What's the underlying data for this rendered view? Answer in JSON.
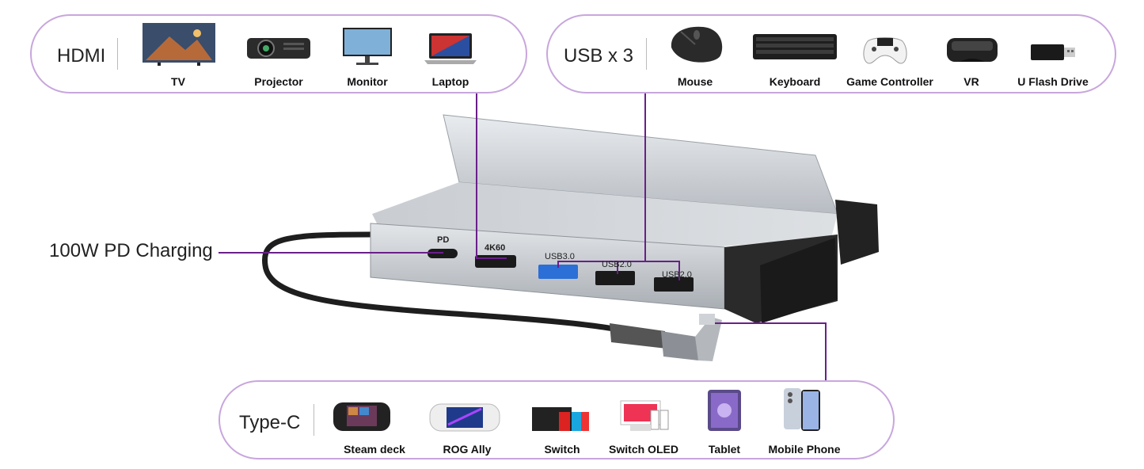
{
  "groups": {
    "hdmi": {
      "title": "HDMI",
      "devices": [
        {
          "label": "TV",
          "icon": "tv-icon"
        },
        {
          "label": "Projector",
          "icon": "projector-icon"
        },
        {
          "label": "Monitor",
          "icon": "monitor-icon"
        },
        {
          "label": "Laptop",
          "icon": "laptop-icon"
        }
      ]
    },
    "usb": {
      "title": "USB x 3",
      "devices": [
        {
          "label": "Mouse",
          "icon": "mouse-icon"
        },
        {
          "label": "Keyboard",
          "icon": "keyboard-icon"
        },
        {
          "label": "Game Controller",
          "icon": "game-controller-icon"
        },
        {
          "label": "VR",
          "icon": "vr-headset-icon"
        },
        {
          "label": "U Flash Drive",
          "icon": "flash-drive-icon"
        }
      ]
    },
    "typec": {
      "title": "Type-C",
      "devices": [
        {
          "label": "Steam deck",
          "icon": "steam-deck-icon"
        },
        {
          "label": "ROG Ally",
          "icon": "rog-ally-icon"
        },
        {
          "label": "Switch",
          "icon": "switch-icon"
        },
        {
          "label": "Switch OLED",
          "icon": "switch-oled-icon"
        },
        {
          "label": "Tablet",
          "icon": "tablet-icon"
        },
        {
          "label": "Mobile Phone",
          "icon": "mobile-phone-icon"
        }
      ]
    }
  },
  "pd_charging_label": "100W PD Charging",
  "ports": {
    "pd": "PD",
    "hdmi": "4K60",
    "usb1": "USB3.0",
    "usb2": "USB2.0",
    "usb3": "USB2.0"
  },
  "colors": {
    "accent_purple": "#6a1f8a",
    "pill_border": "#c8a6dd",
    "usb3_blue": "#2c6fd6"
  }
}
